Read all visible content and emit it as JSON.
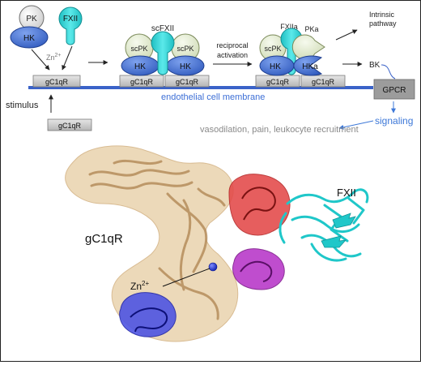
{
  "top_panel": {
    "pk": "PK",
    "hk": "HK",
    "fxii": "FXII",
    "zn_main": "Zn",
    "zn_sup": "2+",
    "scfxii": "scFXII",
    "scpk": "scPK",
    "gc1qr": "gC1qR",
    "reciprocal_line1": "reciprocal",
    "reciprocal_line2": "activation",
    "fxiia": "FXIIa",
    "pka": "PKa",
    "hka": "HKa",
    "intrinsic_line1": "Intrinsic",
    "intrinsic_line2": "pathway",
    "bk": "BK",
    "gpcr": "GPCR",
    "membrane": "endothelial cell membrane",
    "stimulus": "stimulus",
    "signaling": "signaling",
    "outcomes": "vasodilation, pain, leukocyte recruitment"
  },
  "structure_panel": {
    "gc1qr_label": "gC1qR",
    "fxii_label": "FXII",
    "zn_main": "Zn",
    "zn_sup": "2+"
  },
  "colors": {
    "hk_blue": "#3f6fd0",
    "pk_gray": "#e4e4e4",
    "scpk_green": "#dfe9c8",
    "fxii_cyan": "#2fd4d6",
    "membrane_blue": "#3a62c8",
    "gc1qr_box": "#c6c6c6",
    "gpcr_box": "#9c9c9c",
    "signaling_text": "#3d78d8",
    "gray_text": "#8a8a8a",
    "surface_tan": "#e9cfa6",
    "ribbon_tan": "#c9a77a",
    "domain_red": "#e13b3b",
    "domain_purple": "#b62fc2",
    "domain_blue": "#4b4fe0",
    "zn_sphere": "#1b2fd0"
  }
}
